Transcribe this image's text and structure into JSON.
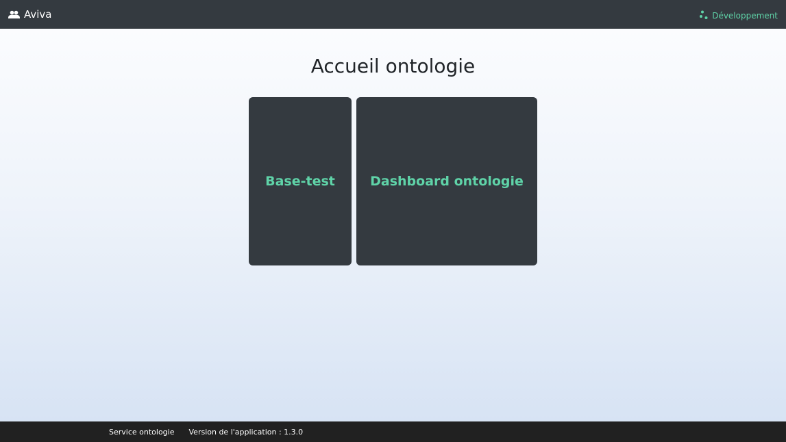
{
  "header": {
    "app_name": "Aviva",
    "app_icon": "users-icon",
    "environment": "Développement",
    "environment_icon": "dots-icon",
    "accent_color": "#5fd3a8"
  },
  "main": {
    "title": "Accueil ontologie",
    "tiles": [
      {
        "label": "Base-test"
      },
      {
        "label": "Dashboard ontologie"
      }
    ]
  },
  "footer": {
    "service": "Service ontologie",
    "version": "Version de l'application : 1.3.0"
  }
}
